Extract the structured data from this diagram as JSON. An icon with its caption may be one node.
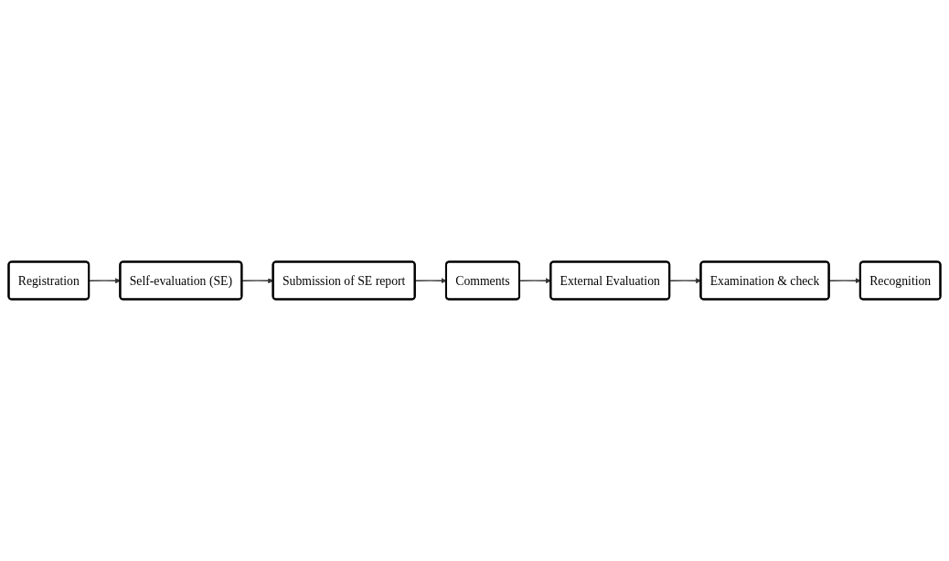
{
  "diagram": {
    "nodes": [
      {
        "text": [
          "Recognition"
        ]
      },
      {
        "text": [
          "Registration"
        ]
      },
      {
        "text": [
          "Self-evaluation (SE)"
        ]
      },
      {
        "text": [
          "Submission of SE report"
        ]
      },
      {
        "text": [
          "Comments"
        ]
      },
      {
        "text": [
          "External Evaluation"
        ]
      },
      {
        "text": [
          "Examination & check"
        ]
      }
    ],
    "edges": [
      {
        "from": 1,
        "to": 2,
        "arrow": "to"
      },
      {
        "from": 2,
        "to": 3,
        "arrow": "to"
      },
      {
        "from": 3,
        "to": 4,
        "arrow": "to"
      },
      {
        "from": 4,
        "to": 5,
        "arrow": "to"
      },
      {
        "from": 5,
        "to": 6,
        "arrow": "to"
      },
      {
        "from": 6,
        "to": 0,
        "arrow": "to"
      }
    ]
  }
}
